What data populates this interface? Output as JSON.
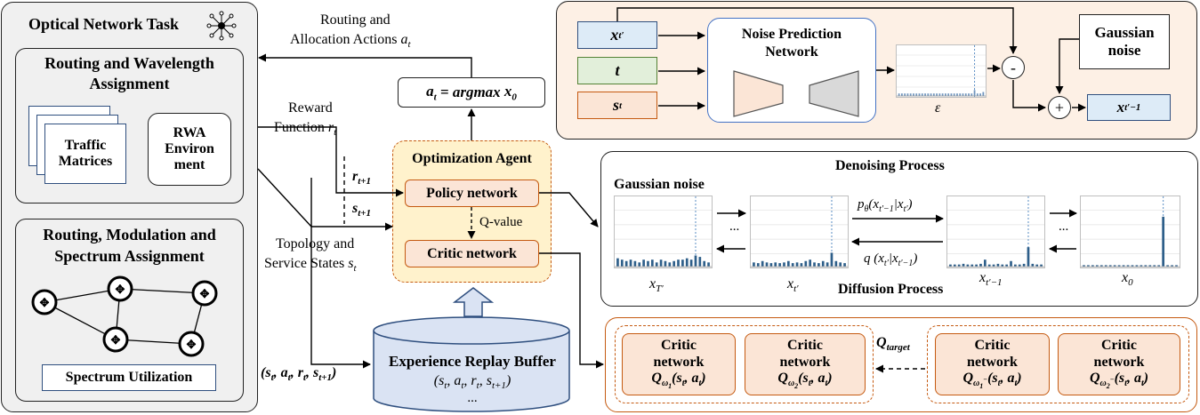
{
  "optical": {
    "title": "Optical Network Task",
    "rwa_title_1": "Routing and Wavelength",
    "rwa_title_2": "Assignment",
    "traffic_1": "Traffic",
    "traffic_2": "Matrices",
    "rwa_env_1": "RWA",
    "rwa_env_2": "Environ",
    "rwa_env_3": "ment",
    "rmsa_title_1": "Routing, Modulation and",
    "rmsa_title_2": "Spectrum Assignment",
    "spectrum_util": "Spectrum Utilization"
  },
  "labels": {
    "routing_actions_1": "Routing and",
    "routing_actions_2": "Allocation Actions",
    "routing_actions_var": "a",
    "routing_actions_sub": "t",
    "argmax": "= argmax",
    "reward_1": "Reward",
    "reward_2": "Function",
    "topology_1": "Topology and",
    "topology_2": "Service States",
    "tuple": "(s, a, r, s)"
  },
  "agent": {
    "title": "Optimization Agent",
    "policy": "Policy network",
    "qvalue": "Q-value",
    "critic": "Critic network"
  },
  "replay": {
    "title": "Experience Replay Buffer",
    "tuple": "(s, a, r, s)",
    "dots": "..."
  },
  "noise_pred": {
    "network_1": "Noise Prediction",
    "network_2": "Network",
    "gaussian_1": "Gaussian",
    "gaussian_2": "noise",
    "minus": "-",
    "plus": "+",
    "epsilon": "ε"
  },
  "denoise": {
    "title": "Denoising Process",
    "gaussian": "Gaussian noise",
    "diffusion": "Diffusion Process",
    "dots": "...",
    "p_theta": "p",
    "q_label": "q"
  },
  "critics": {
    "critic_label_1": "Critic",
    "critic_label_2": "network",
    "q_target": "Q",
    "q_target_sub": "target"
  },
  "charts": {
    "eps": [
      0.05,
      0.05,
      0.05,
      0.05,
      0.05,
      0.05,
      0.05,
      0.05,
      0.05,
      0.05,
      0.05,
      0.05,
      0.05,
      0.05,
      0.05,
      0.05,
      0.05,
      0.05,
      0.05,
      0.05,
      0.05,
      0.05,
      0.05,
      0.05,
      0.05,
      0.05,
      0.12,
      0.05,
      0.05,
      0.08
    ],
    "xT": [
      0.12,
      0.1,
      0.08,
      0.1,
      0.08,
      0.06,
      0.1,
      0.08,
      0.1,
      0.06,
      0.1,
      0.08,
      0.06,
      0.08,
      0.1,
      0.1,
      0.12,
      0.1,
      0.16,
      0.14,
      0.08,
      0.06
    ],
    "xt": [
      0.06,
      0.05,
      0.08,
      0.06,
      0.05,
      0.06,
      0.05,
      0.06,
      0.08,
      0.05,
      0.06,
      0.05,
      0.08,
      0.1,
      0.06,
      0.05,
      0.08,
      0.06,
      0.2,
      0.08,
      0.06,
      0.05
    ],
    "xt1": [
      0.03,
      0.03,
      0.03,
      0.04,
      0.03,
      0.03,
      0.03,
      0.04,
      0.1,
      0.03,
      0.03,
      0.04,
      0.03,
      0.03,
      0.08,
      0.03,
      0.03,
      0.04,
      0.28,
      0.04,
      0.03,
      0.03
    ],
    "x0": [
      0.02,
      0.02,
      0.02,
      0.02,
      0.02,
      0.02,
      0.02,
      0.02,
      0.02,
      0.02,
      0.02,
      0.02,
      0.02,
      0.02,
      0.02,
      0.02,
      0.02,
      0.02,
      0.72,
      0.02,
      0.02,
      0.02
    ]
  },
  "colors": {
    "panel_gray": "#f0f0f0",
    "orange_panel": "#fdf0e5",
    "orange_border": "#c55a11",
    "blue_fill": "#ddebf7",
    "green_fill": "#e2efda",
    "orange_fill": "#fbe5d6",
    "agent_fill": "#fff2cc",
    "bar": "#2e5f8a"
  }
}
